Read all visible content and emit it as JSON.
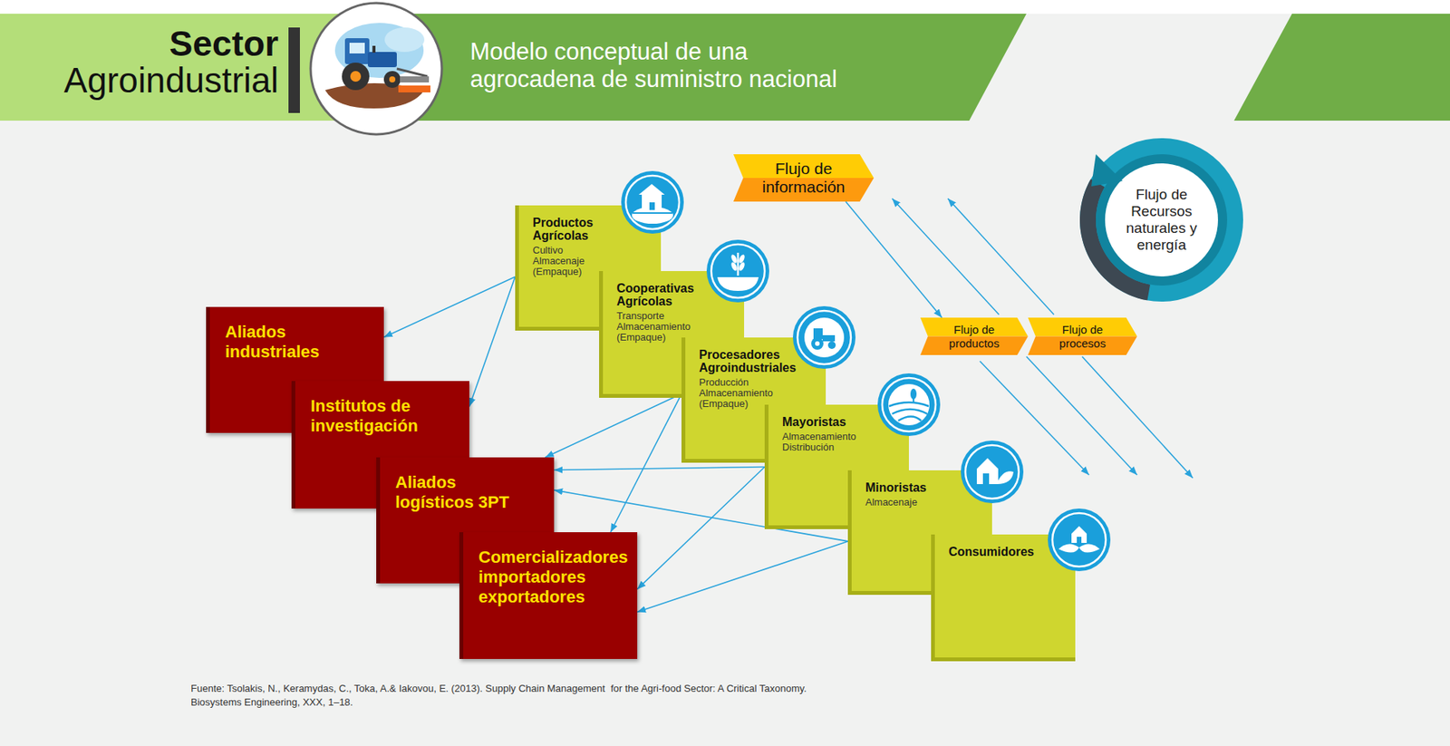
{
  "diagram": {
    "title": "Modelo conceptual de una agrocadena de suministro nacional",
    "caption": "Fuente: Tsolakis, N., Keramydas, C., Toka, A.& Iakovou, E. (2013). Supply Chain Management  for the Agri-food Sector: A Critical Taxonomy. Biosystems Engineering, XXX, 1–18.",
    "nodes": [
      {
        "text": [
          "Productos Agrícolas",
          "Cultivo Almacenaje (Empaque)"
        ]
      },
      {
        "text": [
          "Cooperativas Agrícolas",
          "Transporte Almacenamiento (Empaque)"
        ]
      },
      {
        "text": [
          "Procesadores Agroindustriales",
          "Producción Almacenamiento (Empaque)"
        ]
      },
      {
        "text": [
          "Mayoristas",
          "Almacenamiento Distribución"
        ]
      },
      {
        "text": [
          "Minoristas",
          "Almacenaje"
        ]
      },
      {
        "text": [
          "Consumidores"
        ]
      },
      {
        "text": [
          "Aliados industriales"
        ]
      },
      {
        "text": [
          "Institutos de investigación"
        ]
      },
      {
        "text": [
          "Aliados logísticos 3PT"
        ]
      },
      {
        "text": [
          "Comercializadores importadores exportadores"
        ]
      },
      {
        "text": [
          "Flujo de información"
        ]
      },
      {
        "text": [
          "Flujo de productos"
        ]
      },
      {
        "text": [
          "Flujo de procesos"
        ]
      },
      {
        "text": [
          "Flujo de Recursos naturales y energía"
        ]
      }
    ],
    "edges": [
      {
        "from": 0,
        "to": 6,
        "arrow": "to"
      },
      {
        "from": 0,
        "to": 7,
        "arrow": "to"
      },
      {
        "from": 2,
        "to": 8,
        "arrow": "to"
      },
      {
        "from": 2,
        "to": 9,
        "arrow": "to"
      },
      {
        "from": 3,
        "to": 8,
        "arrow": "to"
      },
      {
        "from": 3,
        "to": 9,
        "arrow": "to"
      },
      {
        "from": 4,
        "to": 8,
        "arrow": "to"
      },
      {
        "from": 4,
        "to": 9,
        "arrow": "to"
      },
      {
        "from": 10,
        "to": 11,
        "arrow": "to"
      }
    ],
    "labels": [
      "Sector",
      "Agroindustrial"
    ]
  }
}
